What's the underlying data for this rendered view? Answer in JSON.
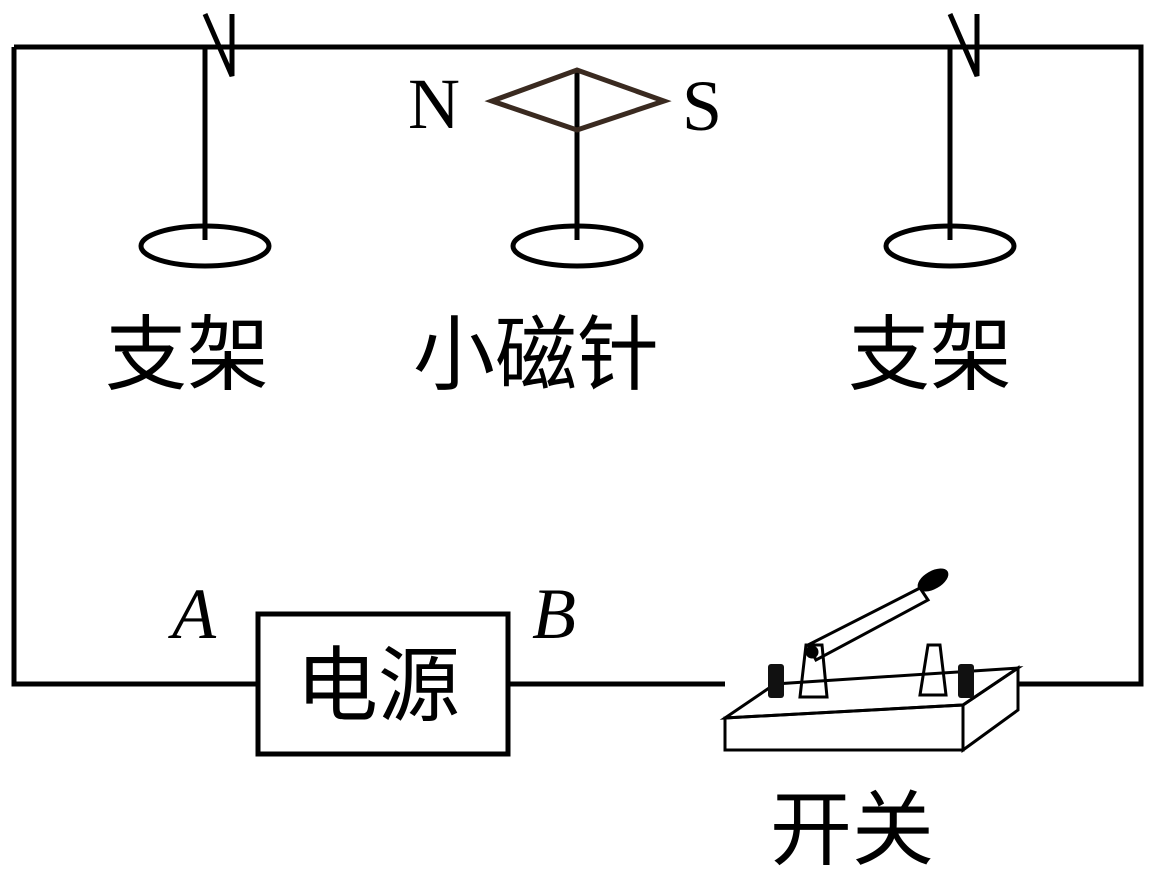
{
  "labels": {
    "stand_left": "支架",
    "needle": "小磁针",
    "stand_right": "支架",
    "power_supply": "电源",
    "switch": "开关",
    "pole_n": "N",
    "pole_s": "S",
    "terminal_a": "A",
    "terminal_b": "B"
  }
}
